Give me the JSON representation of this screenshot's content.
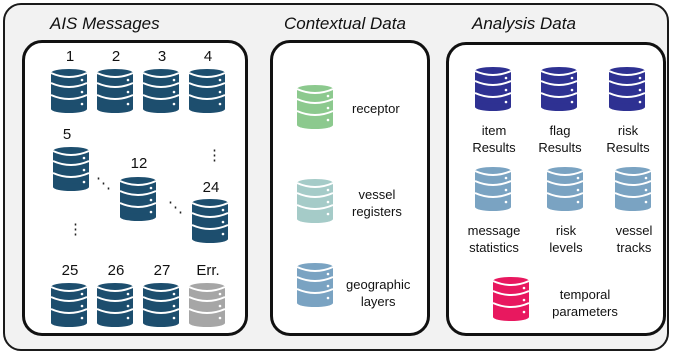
{
  "sections": {
    "ais_title": "AIS Messages",
    "context_title": "Contextual Data",
    "analysis_title": "Analysis Data"
  },
  "ais": {
    "labels": [
      "1",
      "2",
      "3",
      "4",
      "5",
      "12",
      "24",
      "25",
      "26",
      "27",
      "Err."
    ],
    "ellipsis_vertical": "⋮",
    "ellipsis_diagonal": "⋱"
  },
  "context": {
    "items": [
      {
        "lines": [
          "receptor"
        ],
        "color": "#8cc98e"
      },
      {
        "lines": [
          "vessel",
          "registers"
        ],
        "color": "#a5cbc8"
      },
      {
        "lines": [
          "geographic",
          "layers"
        ],
        "color": "#7aa3c2"
      }
    ]
  },
  "analysis": {
    "items": [
      {
        "lines": [
          "item",
          "Results"
        ],
        "color": "#2e3192"
      },
      {
        "lines": [
          "flag",
          "Results"
        ],
        "color": "#2e3192"
      },
      {
        "lines": [
          "risk",
          "Results"
        ],
        "color": "#2e3192"
      },
      {
        "lines": [
          "message",
          "statistics"
        ],
        "color": "#7aa3c2"
      },
      {
        "lines": [
          "risk",
          "levels"
        ],
        "color": "#7aa3c2"
      },
      {
        "lines": [
          "vessel",
          "tracks"
        ],
        "color": "#7aa3c2"
      },
      {
        "lines": [
          "temporal",
          "parameters"
        ],
        "color": "#e8185f"
      }
    ]
  },
  "colors": {
    "ais_db": "#1d4e6e",
    "error_db": "#a6a6a6"
  }
}
